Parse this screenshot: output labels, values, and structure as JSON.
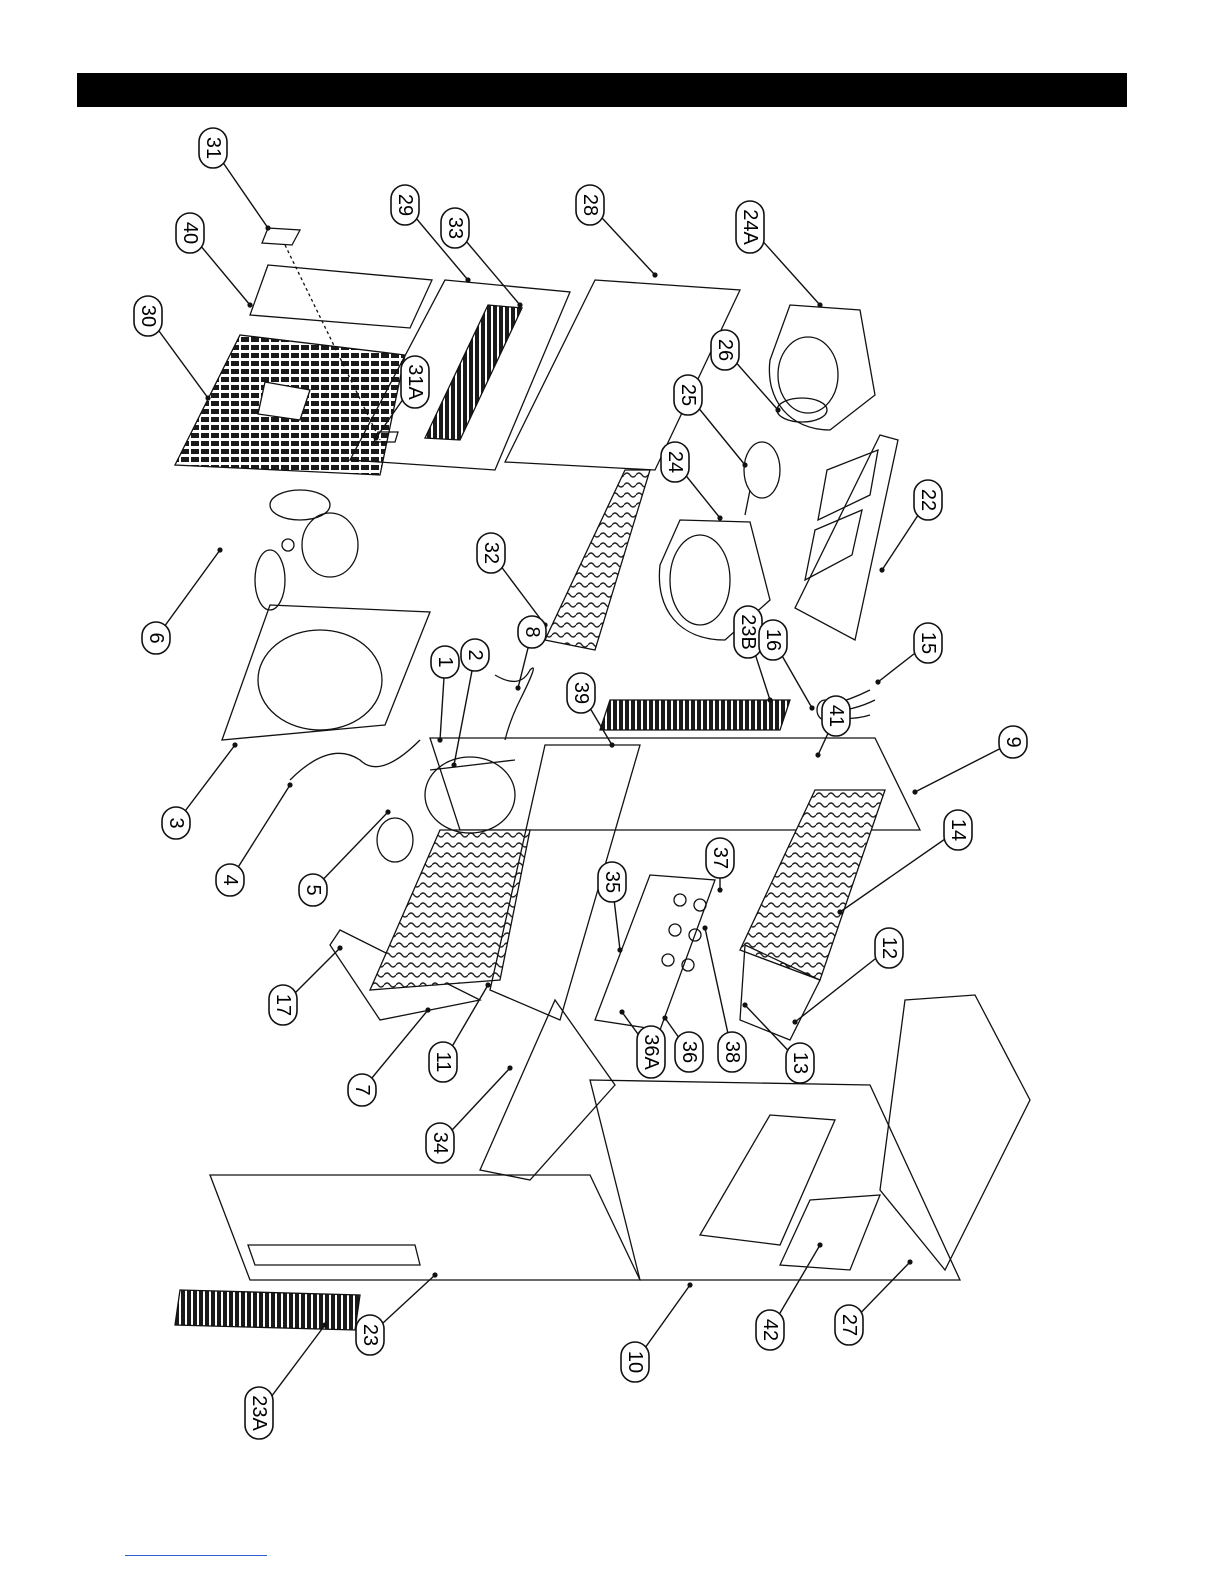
{
  "diagram": {
    "callouts": [
      {
        "id": "c31",
        "label": "31"
      },
      {
        "id": "c40",
        "label": "40"
      },
      {
        "id": "c30",
        "label": "30"
      },
      {
        "id": "c29",
        "label": "29"
      },
      {
        "id": "c33",
        "label": "33"
      },
      {
        "id": "c28",
        "label": "28"
      },
      {
        "id": "c24A",
        "label": "24A"
      },
      {
        "id": "c31A",
        "label": "31A"
      },
      {
        "id": "c26",
        "label": "26"
      },
      {
        "id": "c25",
        "label": "25"
      },
      {
        "id": "c24",
        "label": "24"
      },
      {
        "id": "c32",
        "label": "32"
      },
      {
        "id": "c22",
        "label": "22"
      },
      {
        "id": "c6",
        "label": "6"
      },
      {
        "id": "c8",
        "label": "8"
      },
      {
        "id": "c2",
        "label": "2"
      },
      {
        "id": "c1",
        "label": "1"
      },
      {
        "id": "c23B",
        "label": "23B"
      },
      {
        "id": "c16",
        "label": "16"
      },
      {
        "id": "c15",
        "label": "15"
      },
      {
        "id": "c39",
        "label": "39"
      },
      {
        "id": "c41",
        "label": "41"
      },
      {
        "id": "c9",
        "label": "9"
      },
      {
        "id": "c3",
        "label": "3"
      },
      {
        "id": "c4",
        "label": "4"
      },
      {
        "id": "c5",
        "label": "5"
      },
      {
        "id": "c37",
        "label": "37"
      },
      {
        "id": "c14",
        "label": "14"
      },
      {
        "id": "c35",
        "label": "35"
      },
      {
        "id": "c17",
        "label": "17"
      },
      {
        "id": "c12",
        "label": "12"
      },
      {
        "id": "c7",
        "label": "7"
      },
      {
        "id": "c11",
        "label": "11"
      },
      {
        "id": "c36A",
        "label": "36A"
      },
      {
        "id": "c36",
        "label": "36"
      },
      {
        "id": "c38",
        "label": "38"
      },
      {
        "id": "c13",
        "label": "13"
      },
      {
        "id": "c34",
        "label": "34"
      },
      {
        "id": "c23A",
        "label": "23A"
      },
      {
        "id": "c23",
        "label": "23"
      },
      {
        "id": "c10",
        "label": "10"
      },
      {
        "id": "c42",
        "label": "42"
      },
      {
        "id": "c27",
        "label": "27"
      }
    ]
  }
}
